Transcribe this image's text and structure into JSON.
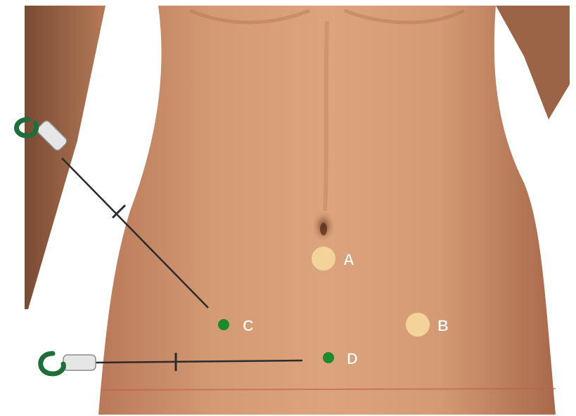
{
  "markers": [
    {
      "id": "A",
      "label": "A",
      "kind": "tan-circle"
    },
    {
      "id": "B",
      "label": "B",
      "kind": "tan-circle"
    },
    {
      "id": "C",
      "label": "C",
      "kind": "green-dot"
    },
    {
      "id": "D",
      "label": "D",
      "kind": "green-dot"
    }
  ],
  "colors": {
    "skin_light": "#d9a07a",
    "skin_mid": "#c58963",
    "skin_dark": "#8a5538",
    "tan_marker": "#f3d39a",
    "green_marker": "#1e8a2e",
    "tool_green": "#1f6e3a",
    "background": "#ffffff"
  },
  "icons": [
    "veress-needle-upper-icon",
    "veress-needle-lower-icon",
    "navel-icon"
  ]
}
